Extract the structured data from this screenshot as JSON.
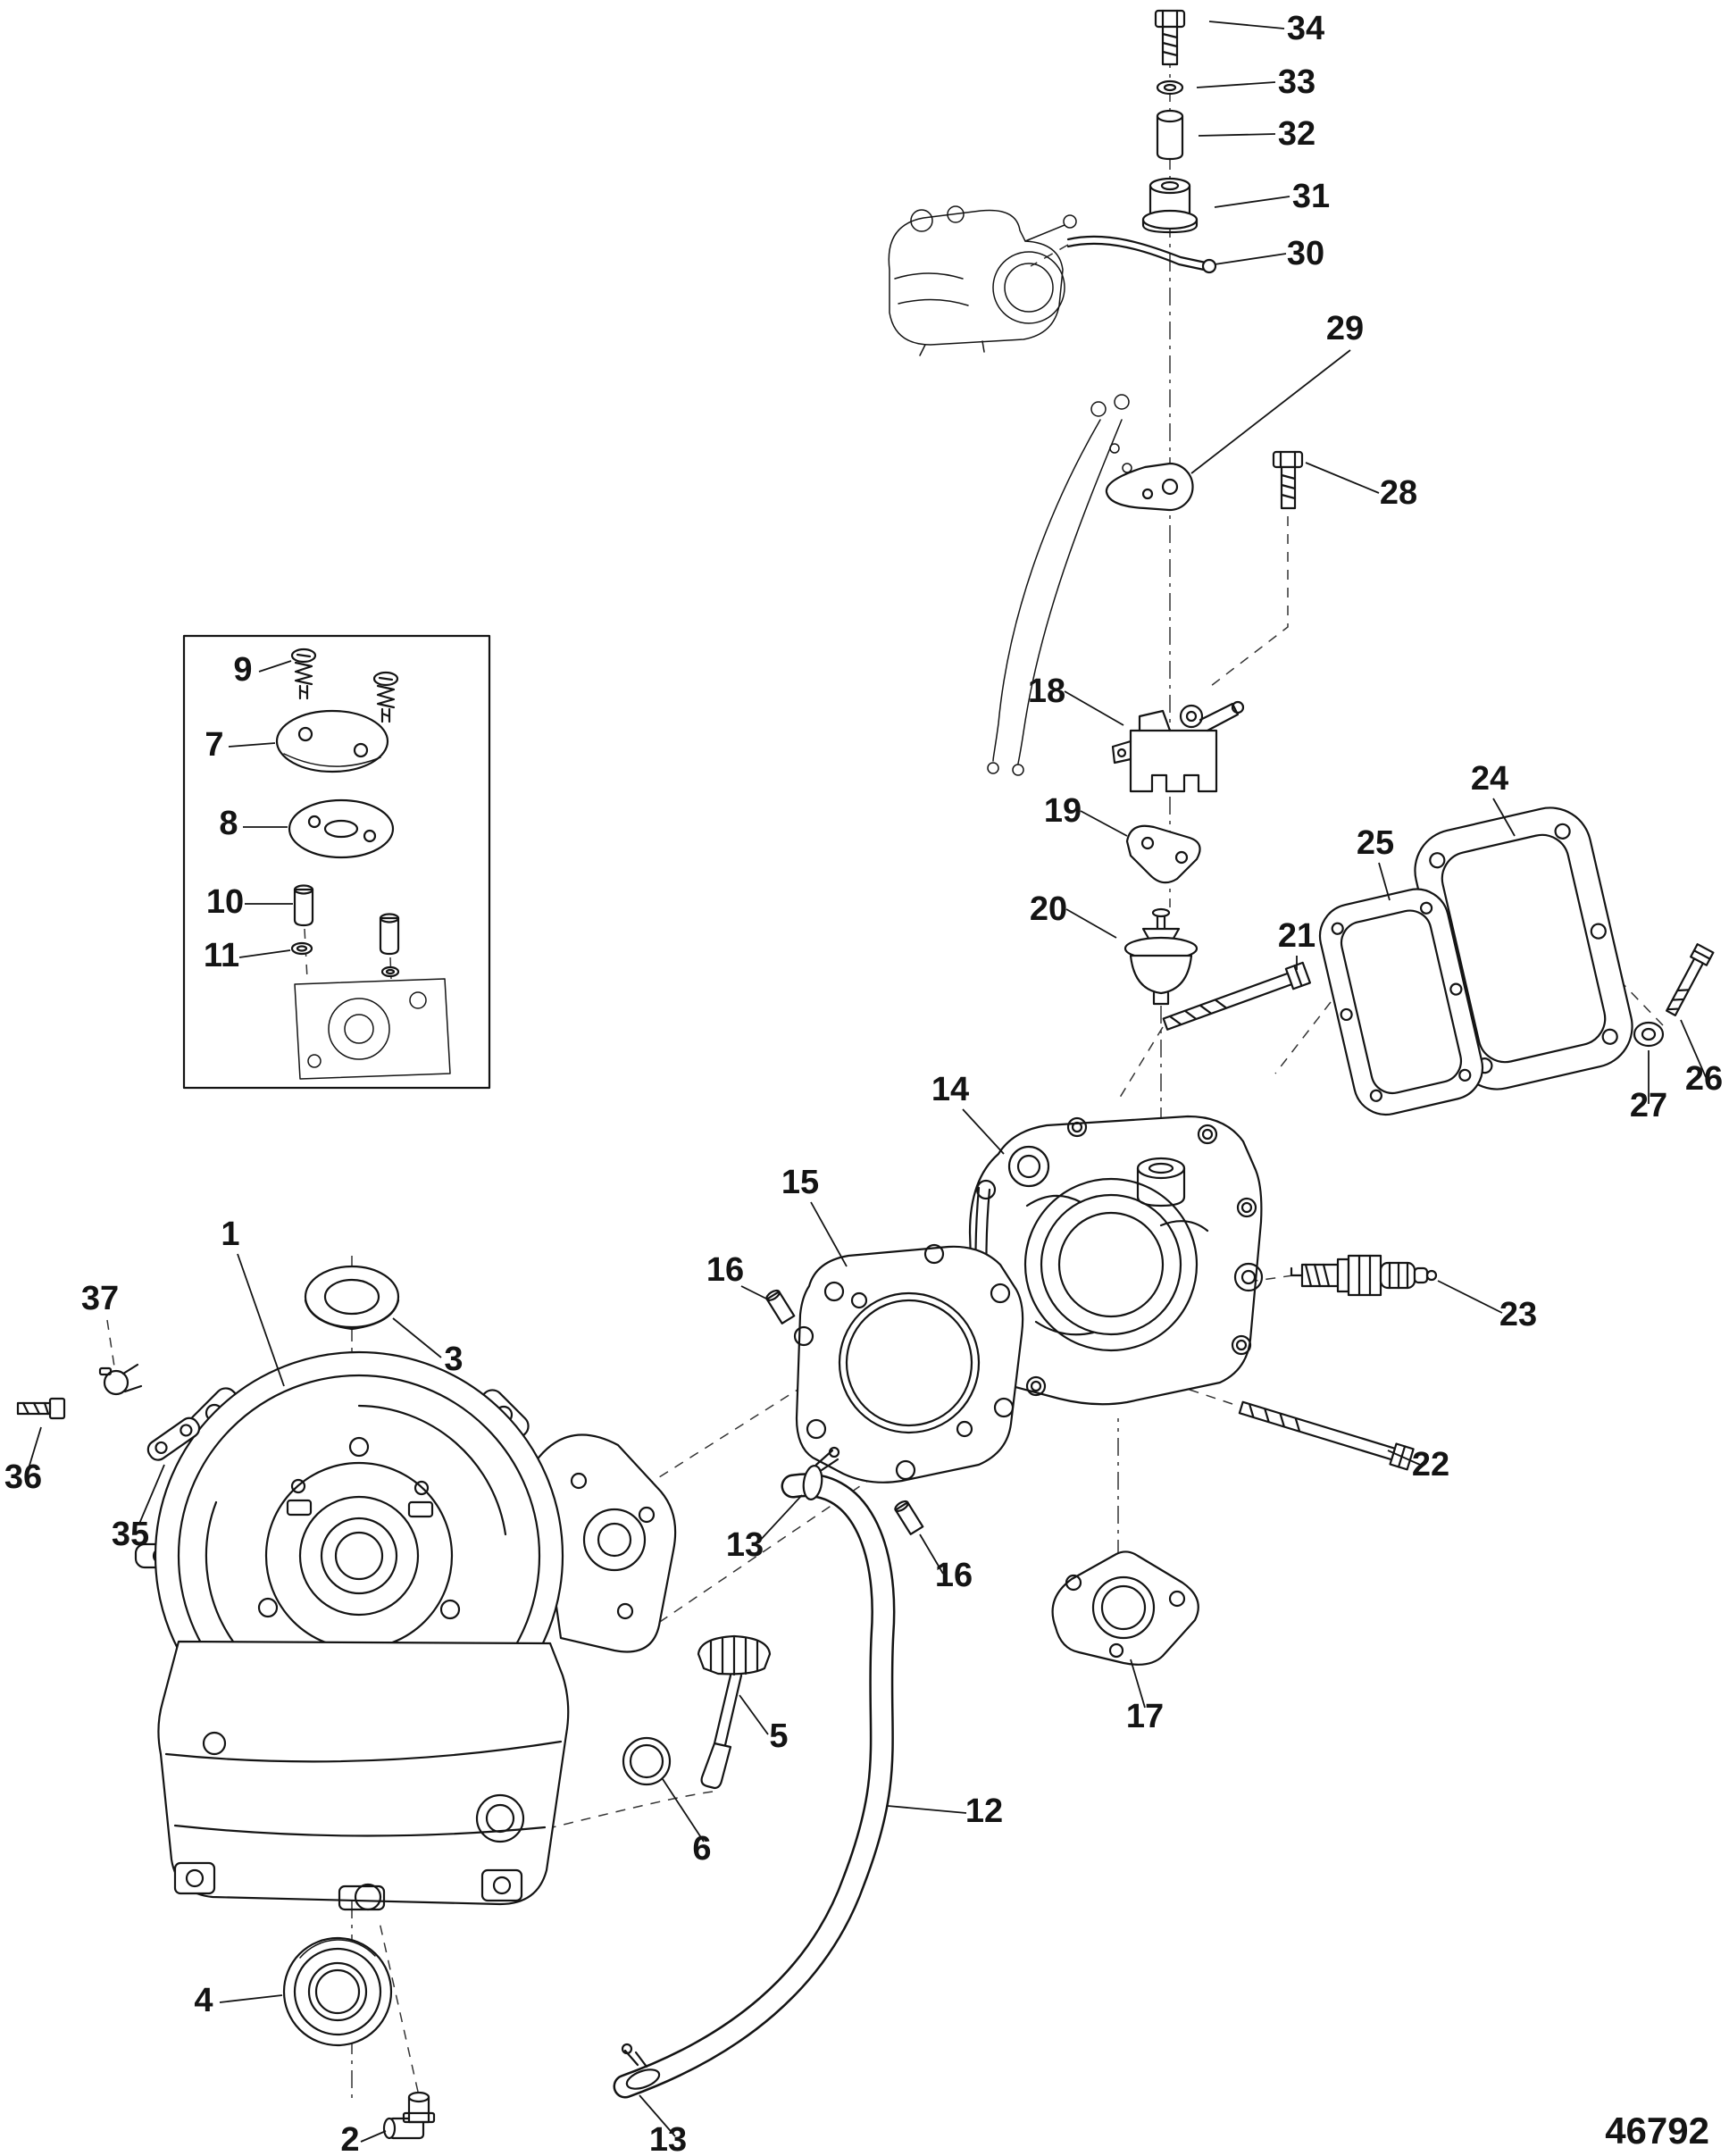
{
  "figure": {
    "drawing_number": "46792"
  },
  "colors": {
    "ink": "#141414",
    "paper": "#ffffff"
  },
  "callouts": {
    "c1": "1",
    "c2": "2",
    "c3": "3",
    "c4": "4",
    "c5": "5",
    "c6": "6",
    "c7": "7",
    "c8": "8",
    "c9": "9",
    "c10": "10",
    "c11": "11",
    "c12": "12",
    "c13a": "13",
    "c13b": "13",
    "c14": "14",
    "c15": "15",
    "c16a": "16",
    "c16b": "16",
    "c17": "17",
    "c18": "18",
    "c19": "19",
    "c20": "20",
    "c21": "21",
    "c22": "22",
    "c23": "23",
    "c24": "24",
    "c25": "25",
    "c26": "26",
    "c27": "27",
    "c28": "28",
    "c29": "29",
    "c30": "30",
    "c31": "31",
    "c32": "32",
    "c33": "33",
    "c34": "34",
    "c35": "35",
    "c36": "36",
    "c37": "37"
  }
}
